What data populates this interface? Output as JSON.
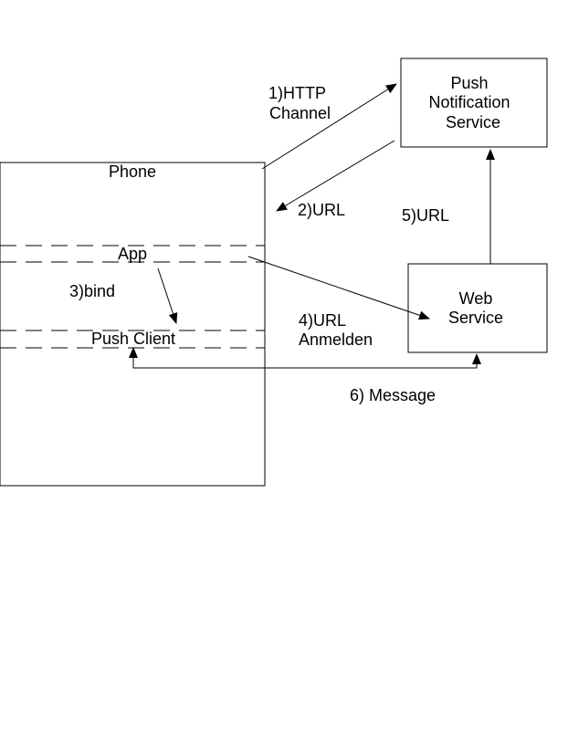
{
  "nodes": {
    "phone": "Phone",
    "push_service": [
      "Push",
      "Notification",
      "Service"
    ],
    "web_service": [
      "Web",
      "Service"
    ],
    "app": "App",
    "push_client": "Push Client"
  },
  "edges": {
    "http_channel": [
      "1)HTTP",
      "Channel"
    ],
    "url_2": "2)URL",
    "bind": "3)bind",
    "url_anmelden": [
      "4)URL",
      "Anmelden"
    ],
    "url_5": "5)URL",
    "message": "6) Message"
  }
}
